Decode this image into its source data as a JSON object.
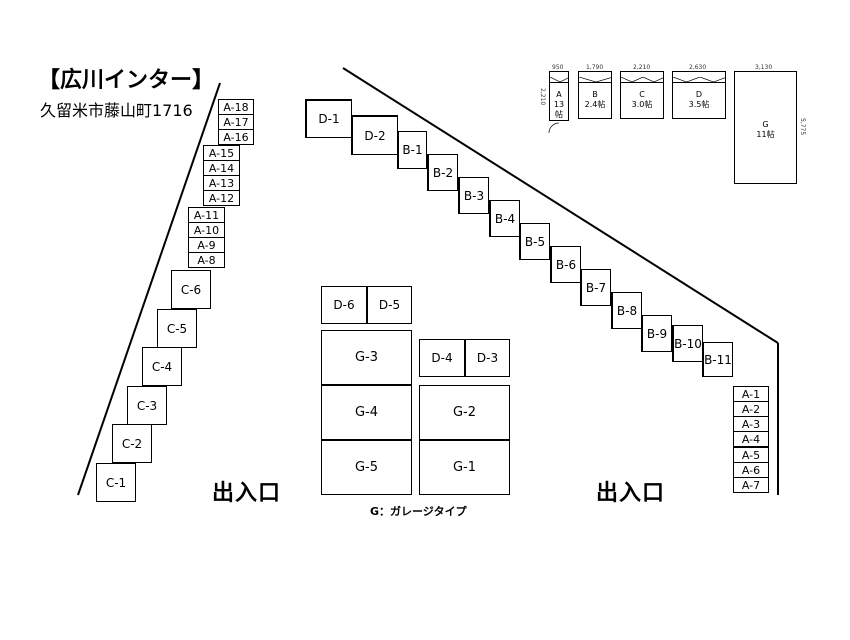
{
  "header": {
    "title": "【広川インター】",
    "address": "久留米市藤山町1716"
  },
  "entrances": [
    "出入口",
    "出入口"
  ],
  "note": "G：ガレージタイプ",
  "left_column": {
    "a_upper": [
      "A-18",
      "A-17",
      "A-16"
    ],
    "a_mid": [
      "A-15",
      "A-14",
      "A-13",
      "A-12"
    ],
    "a_low": [
      "A-11",
      "A-10",
      "A-9",
      "A-8"
    ],
    "c": [
      "C-6",
      "C-5",
      "C-4",
      "C-3",
      "C-2",
      "C-1"
    ]
  },
  "diagonal_units": [
    "D-1",
    "D-2",
    "B-1",
    "B-2",
    "B-3",
    "B-4",
    "B-5",
    "B-6",
    "B-7",
    "B-8",
    "B-9",
    "B-10",
    "B-11"
  ],
  "right_column": [
    "A-1",
    "A-2",
    "A-3",
    "A-4",
    "A-5",
    "A-6",
    "A-7"
  ],
  "center": {
    "d_top": [
      "D-6",
      "D-5"
    ],
    "d_mid": [
      "D-4",
      "D-3"
    ],
    "g_left": [
      "G-3",
      "G-4",
      "G-5"
    ],
    "g_right": [
      "G-2",
      "G-1"
    ]
  },
  "legend": {
    "items": [
      {
        "label": "A\n13\n帖",
        "width": "950",
        "height": "2,210"
      },
      {
        "label": "B\n2.4帖",
        "width": "1,790"
      },
      {
        "label": "C\n3.0帖",
        "width": "2,210"
      },
      {
        "label": "D\n3.5帖",
        "width": "2,630"
      },
      {
        "label": "G\n11帖",
        "width": "3,130",
        "height": "5,775"
      }
    ]
  }
}
